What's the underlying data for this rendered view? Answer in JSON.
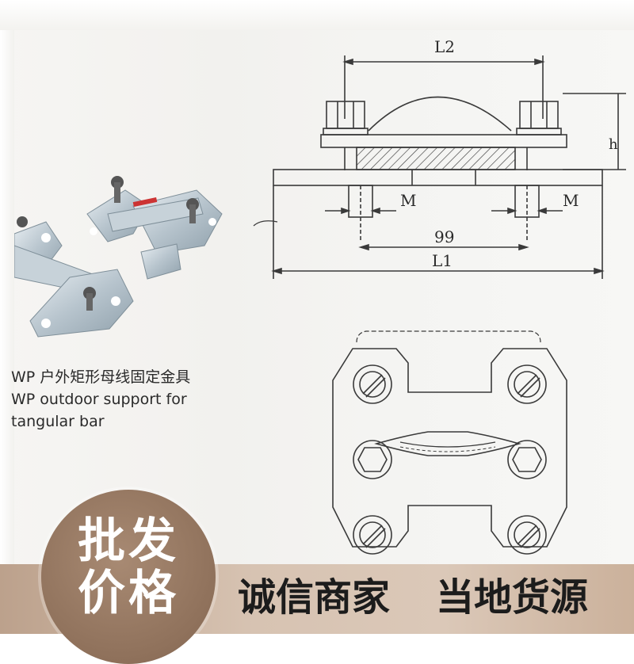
{
  "caption": {
    "line1": "WP 户外矩形母线固定金具",
    "line2": "WP outdoor support for",
    "line3": "tangular bar"
  },
  "drawing_labels": {
    "l2": "L2",
    "h": "h",
    "m_left": "M",
    "m_right": "M",
    "dim_99": "99",
    "l1": "L1"
  },
  "badge": {
    "line1": "批发",
    "line2": "价格"
  },
  "slogans": {
    "first": "诚信商家",
    "second": "当地货源"
  },
  "colors": {
    "line": "#3a3a3a",
    "footer": "#d7c3b2",
    "badge": "#8f715b"
  }
}
